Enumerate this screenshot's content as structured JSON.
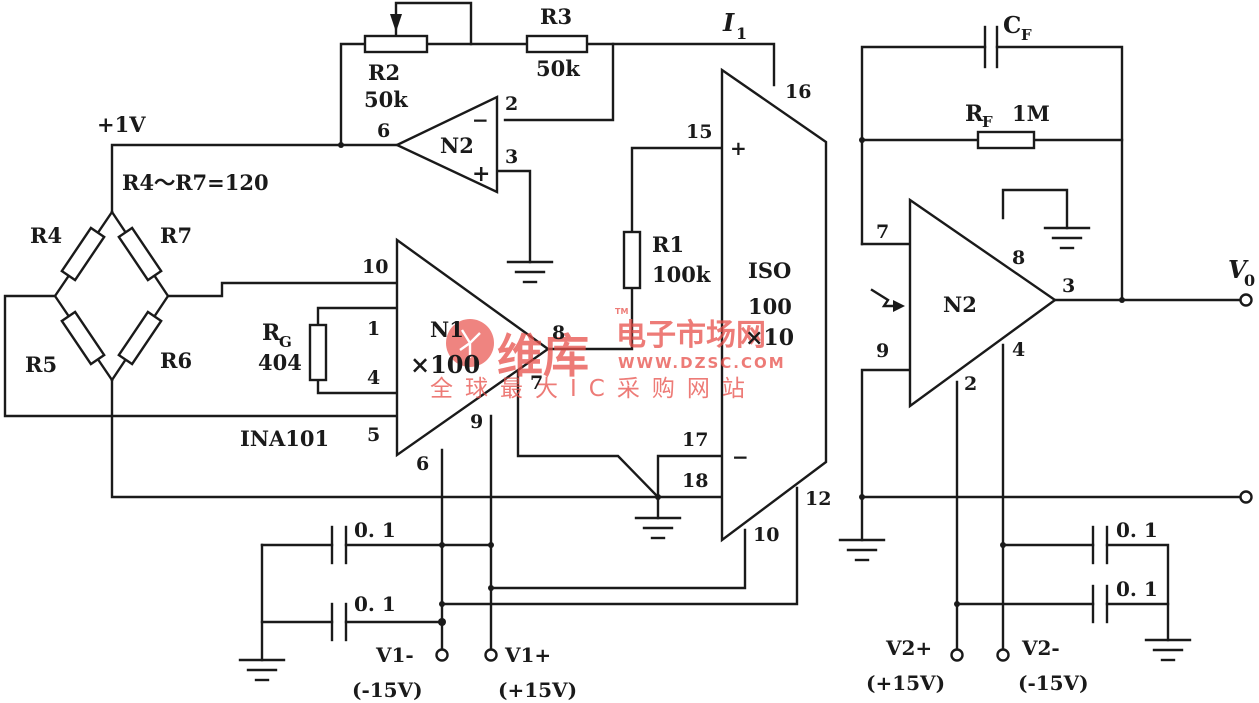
{
  "labels": {
    "v_ref": "+1V",
    "bridge_spec": "R4～R7=120",
    "r4": "R4",
    "r5": "R5",
    "r6": "R6",
    "r7": "R7",
    "r2": "R2",
    "r2_val": "50k",
    "r3": "R3",
    "r3_val": "50k",
    "i1": "I",
    "i1_sub": "1",
    "n2_left": "N2",
    "n1": "N1",
    "n1_gain": "×100",
    "rg": "R",
    "rg_sub": "G",
    "rg_val": "404",
    "ina": "INA101",
    "r1": "R1",
    "r1_val": "100k",
    "iso_name": "ISO",
    "iso_model": "100",
    "iso_gain": "×10",
    "cf": "C",
    "cf_sub": "F",
    "rf": "R",
    "rf_sub": "F",
    "rf_val": "1M",
    "n2_right": "N2",
    "vo": "V",
    "vo_sub": "0",
    "cap_a": "0. 1",
    "cap_b": "0. 1",
    "cap_c": "0. 1",
    "cap_d": "0. 1",
    "v1m": "V1-",
    "v1m_val": "(-15V)",
    "v1p": "V1+",
    "v1p_val": "(+15V)",
    "v2p": "V2+",
    "v2p_val": "(+15V)",
    "v2m": "V2-",
    "v2m_val": "(-15V)",
    "plus": "+",
    "minus": "−"
  },
  "pins": {
    "n2l_6": "6",
    "n2l_2": "2",
    "n2l_3": "3",
    "n1_10": "10",
    "n1_1": "1",
    "n1_4": "4",
    "n1_5": "5",
    "n1_8": "8",
    "n1_7": "7",
    "n1_6": "6",
    "n1_9": "9",
    "iso_15": "15",
    "iso_16": "16",
    "iso_17": "17",
    "iso_18": "18",
    "iso_10": "10",
    "iso_12": "12",
    "n2r_7": "7",
    "n2r_9": "9",
    "n2r_8": "8",
    "n2r_3": "3",
    "n2r_2": "2",
    "n2r_4": "4"
  },
  "watermark": {
    "brand": "维库",
    "slogan": "电子市场网",
    "url": "WWW.DZSC.COM",
    "tagline": "全球最大IC采购网站",
    "tm": "TM"
  }
}
